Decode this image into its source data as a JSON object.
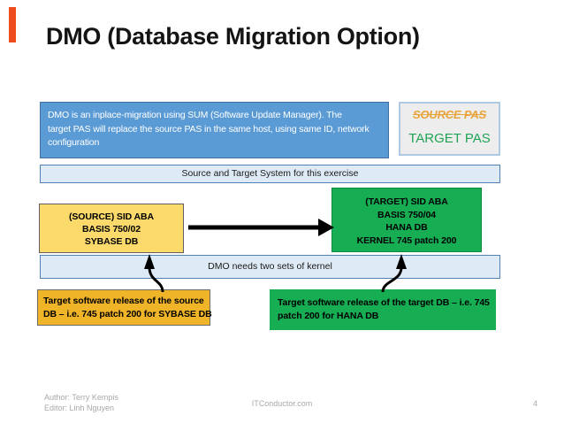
{
  "title": "DMO (Database Migration Option)",
  "accent": {
    "bar_color": "#ee4b1e"
  },
  "info_box": {
    "lines": [
      "DMO is an inplace-migration using SUM (Software Update Manager). The",
      "target PAS will replace the source PAS in the same host, using same ID, network",
      "configuration"
    ],
    "fill": "#5b9bd5"
  },
  "pas_box": {
    "source_label": "SOURCE PAS",
    "target_label": "TARGET PAS",
    "source_color": "#e9a43c",
    "target_color": "#21a456"
  },
  "banners": {
    "top": "Source and Target System for this exercise",
    "bottom": "DMO needs two sets of kernel"
  },
  "source_system_box": {
    "lines": [
      "(SOURCE) SID ABA",
      "BASIS 750/02",
      "SYBASE DB"
    ],
    "fill": "#fbd96a"
  },
  "target_system_box": {
    "lines": [
      "(TARGET) SID ABA",
      "BASIS 750/04",
      "HANA DB",
      "KERNEL 745 patch 200"
    ],
    "fill": "#17ad53"
  },
  "kernel_source_box": {
    "lines": [
      "Target software release of the source",
      "DB – i.e. 745 patch 200 for SYBASE DB"
    ],
    "fill": "#f0b429"
  },
  "kernel_target_box": {
    "lines": [
      "Target software release of the target DB – i.e. 745",
      "patch 200 for HANA DB"
    ],
    "fill": "#17ad53"
  },
  "footer": {
    "author": "Author: Terry Kempis",
    "editor": "Editor: Linh Nguyen",
    "center": "ITConductor.com",
    "page_number": "4"
  }
}
